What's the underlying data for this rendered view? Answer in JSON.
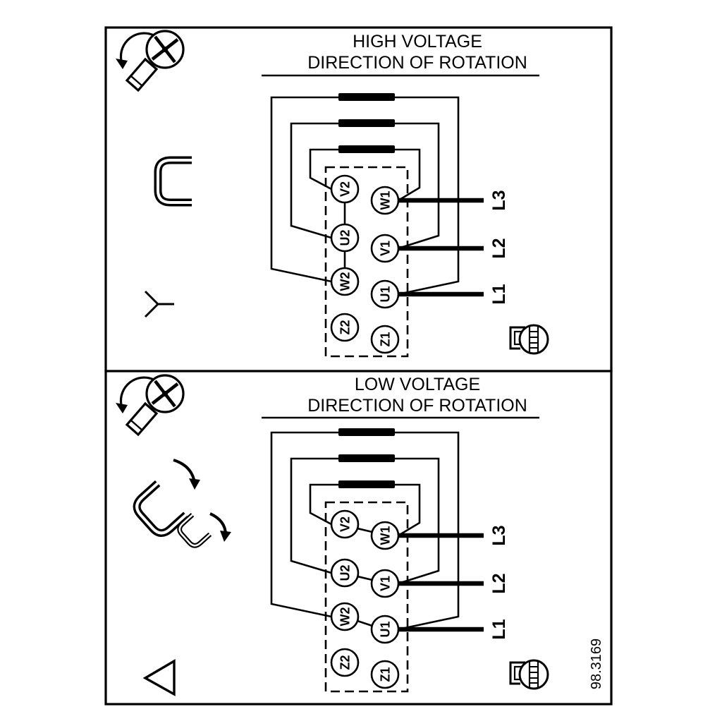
{
  "figure": {
    "drawing_number": "98.3169"
  },
  "colors": {
    "ink": "#000000",
    "paper": "#ffffff"
  },
  "panels": [
    {
      "name": "high_voltage",
      "title_line1": "HIGH VOLTAGE",
      "title_line2": "DIRECTION OF ROTATION",
      "connection": "star",
      "terminals_left": [
        "V2",
        "U2",
        "W2",
        "Z2"
      ],
      "terminals_right": [
        "W1",
        "V1",
        "U1",
        "Z1"
      ],
      "supply": [
        "L3",
        "L2",
        "L1"
      ]
    },
    {
      "name": "low_voltage",
      "title_line1": "LOW VOLTAGE",
      "title_line2": "DIRECTION OF ROTATION",
      "connection": "delta",
      "terminals_left": [
        "V2",
        "U2",
        "W2",
        "Z2"
      ],
      "terminals_right": [
        "W1",
        "V1",
        "U1",
        "Z1"
      ],
      "supply": [
        "L3",
        "L2",
        "L1"
      ]
    }
  ]
}
